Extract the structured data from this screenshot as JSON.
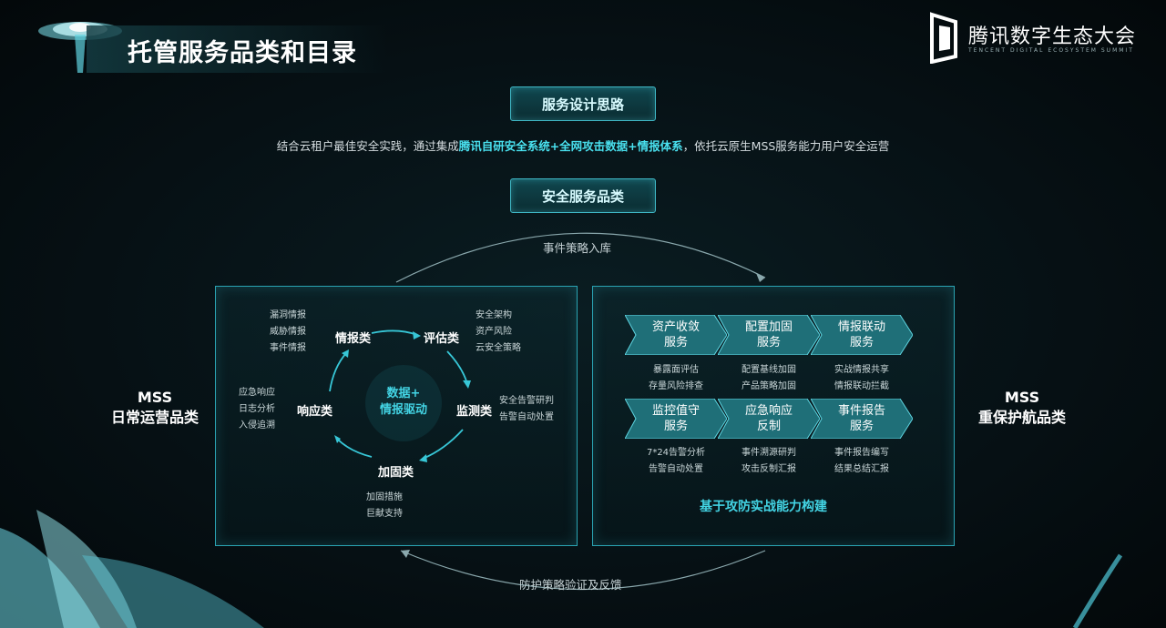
{
  "header": {
    "title": "托管服务品类和目录",
    "brand_name": "腾讯数字生态大会",
    "brand_sub": "TENCENT DIGITAL ECOSYSTEM SUMMIT"
  },
  "section_design": "服务设计思路",
  "intro": {
    "prefix": "结合云租户最佳安全实践，通过集成",
    "highlight": "腾讯自研安全系统+全网攻击数据+情报体系",
    "suffix": "，依托云原生MSS服务能力用户安全运营"
  },
  "section_category": "安全服务品类",
  "flow_top": "事件策略入库",
  "flow_bottom": "防护策略验证及反馈",
  "left_side": {
    "line1": "MSS",
    "line2": "日常运营品类"
  },
  "right_side": {
    "line1": "MSS",
    "line2": "重保护航品类"
  },
  "cycle": {
    "center_line1": "数据+",
    "center_line2": "情报驱动",
    "nodes": [
      {
        "label": "情报类",
        "items": [
          "漏洞情报",
          "威胁情报",
          "事件情报"
        ]
      },
      {
        "label": "评估类",
        "items": [
          "安全架构",
          "资产风险",
          "云安全策略"
        ]
      },
      {
        "label": "监测类",
        "items": [
          "安全告警研判",
          "告警自动处置"
        ]
      },
      {
        "label": "加固类",
        "items": [
          "加固措施",
          "巨献支持"
        ]
      },
      {
        "label": "响应类",
        "items": [
          "应急响应",
          "日志分析",
          "入侵追溯"
        ]
      }
    ]
  },
  "services": {
    "row1": [
      {
        "line1": "资产收敛",
        "line2": "服务",
        "items": [
          "暴露面评估",
          "存量风险排查"
        ]
      },
      {
        "line1": "配置加固",
        "line2": "服务",
        "items": [
          "配置基线加固",
          "产品策略加固"
        ]
      },
      {
        "line1": "情报联动",
        "line2": "服务",
        "items": [
          "实战情报共享",
          "情报联动拦截"
        ]
      }
    ],
    "row2": [
      {
        "line1": "监控值守",
        "line2": "服务",
        "items": [
          "7*24告警分析",
          "告警自动处置"
        ]
      },
      {
        "line1": "应急响应",
        "line2": "反制",
        "items": [
          "事件溯源研判",
          "攻击反制汇报"
        ]
      },
      {
        "line1": "事件报告",
        "line2": "服务",
        "items": [
          "事件报告编写",
          "结果总结汇报"
        ]
      }
    ],
    "basis": "基于攻防实战能力构建"
  },
  "colors": {
    "accent": "#43d4e4",
    "border": "#2aa3b2",
    "background": "#061014"
  }
}
